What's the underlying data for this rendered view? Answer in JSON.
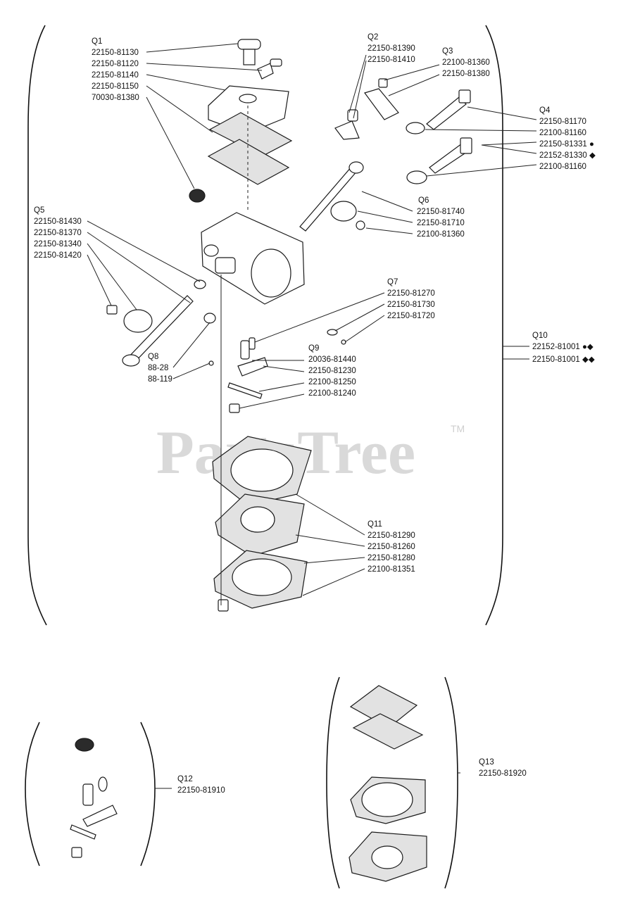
{
  "watermark": {
    "text": "PartsTree",
    "trademark": "TM"
  },
  "groups": [
    {
      "id": "Q1",
      "parts": [
        "22150-81130",
        "22150-81120",
        "22150-81140",
        "22150-81150",
        "70030-81380"
      ]
    },
    {
      "id": "Q2",
      "parts": [
        "22150-81390",
        "22150-81410"
      ]
    },
    {
      "id": "Q3",
      "parts": [
        "22100-81360",
        "22150-81380"
      ]
    },
    {
      "id": "Q4",
      "parts": [
        "22150-81170",
        "22100-81160",
        "22150-81331 ●",
        "22152-81330 ◆",
        "22100-81160"
      ]
    },
    {
      "id": "Q5",
      "parts": [
        "22150-81430",
        "22150-81370",
        "22150-81340",
        "22150-81420"
      ]
    },
    {
      "id": "Q6",
      "parts": [
        "22150-81740",
        "22150-81710",
        "22100-81360"
      ]
    },
    {
      "id": "Q7",
      "parts": [
        "22150-81270",
        "22150-81730",
        "22150-81720"
      ]
    },
    {
      "id": "Q8",
      "parts": [
        "88-28",
        "88-119"
      ]
    },
    {
      "id": "Q9",
      "parts": [
        "20036-81440",
        "22150-81230",
        "22100-81250",
        "22100-81240"
      ]
    },
    {
      "id": "Q10",
      "parts": [
        "22152-81001 ●◆",
        "22150-81001 ◆◆"
      ]
    },
    {
      "id": "Q11",
      "parts": [
        "22150-81290",
        "22150-81260",
        "22150-81280",
        "22100-81351"
      ]
    },
    {
      "id": "Q12",
      "parts": [
        "22150-81910"
      ]
    },
    {
      "id": "Q13",
      "parts": [
        "22150-81920"
      ]
    }
  ]
}
